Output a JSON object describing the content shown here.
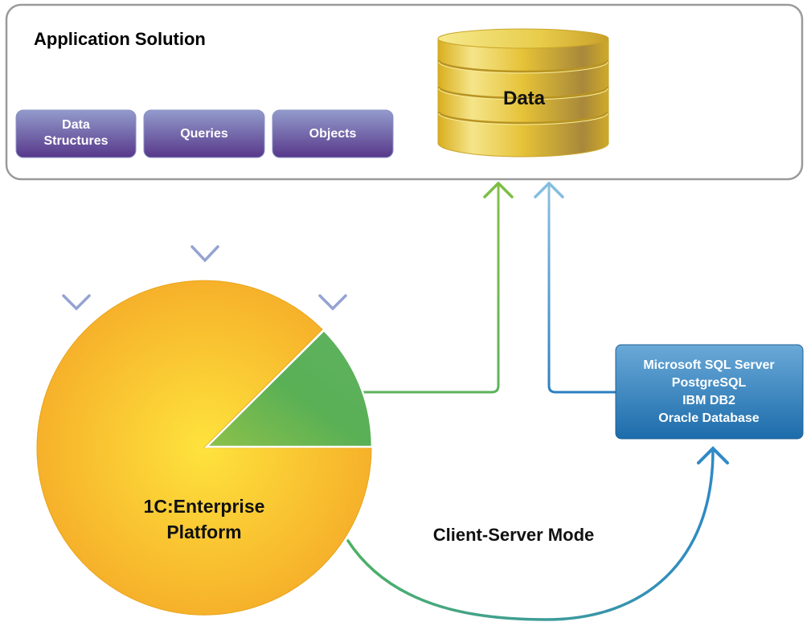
{
  "container": {
    "title": "Application Solution"
  },
  "components": [
    {
      "id": "data-structures",
      "lines": [
        "Data",
        "Structures"
      ]
    },
    {
      "id": "queries",
      "lines": [
        "Queries"
      ]
    },
    {
      "id": "objects",
      "lines": [
        "Objects"
      ]
    }
  ],
  "database": {
    "label": "Data"
  },
  "platform": {
    "lines": [
      "1C:Enterprise",
      "Platform"
    ]
  },
  "dbms": {
    "lines": [
      "Microsoft SQL Server",
      "PostgreSQL",
      "IBM DB2",
      "Oracle Database"
    ]
  },
  "mode": {
    "label": "Client-Server Mode"
  },
  "colors": {
    "component_top": "#8e96c8",
    "component_bottom": "#5a3f8e",
    "platform": "#f8b62a",
    "platform_center": "#fde23a",
    "slice": "#5db35e",
    "green_arrow": "#6fbf4a",
    "blue_arrow": "#3a8ac8",
    "dbms_top": "#5b9fd2",
    "dbms_bottom": "#1e6fae",
    "db_gold": "#e8c53a"
  }
}
